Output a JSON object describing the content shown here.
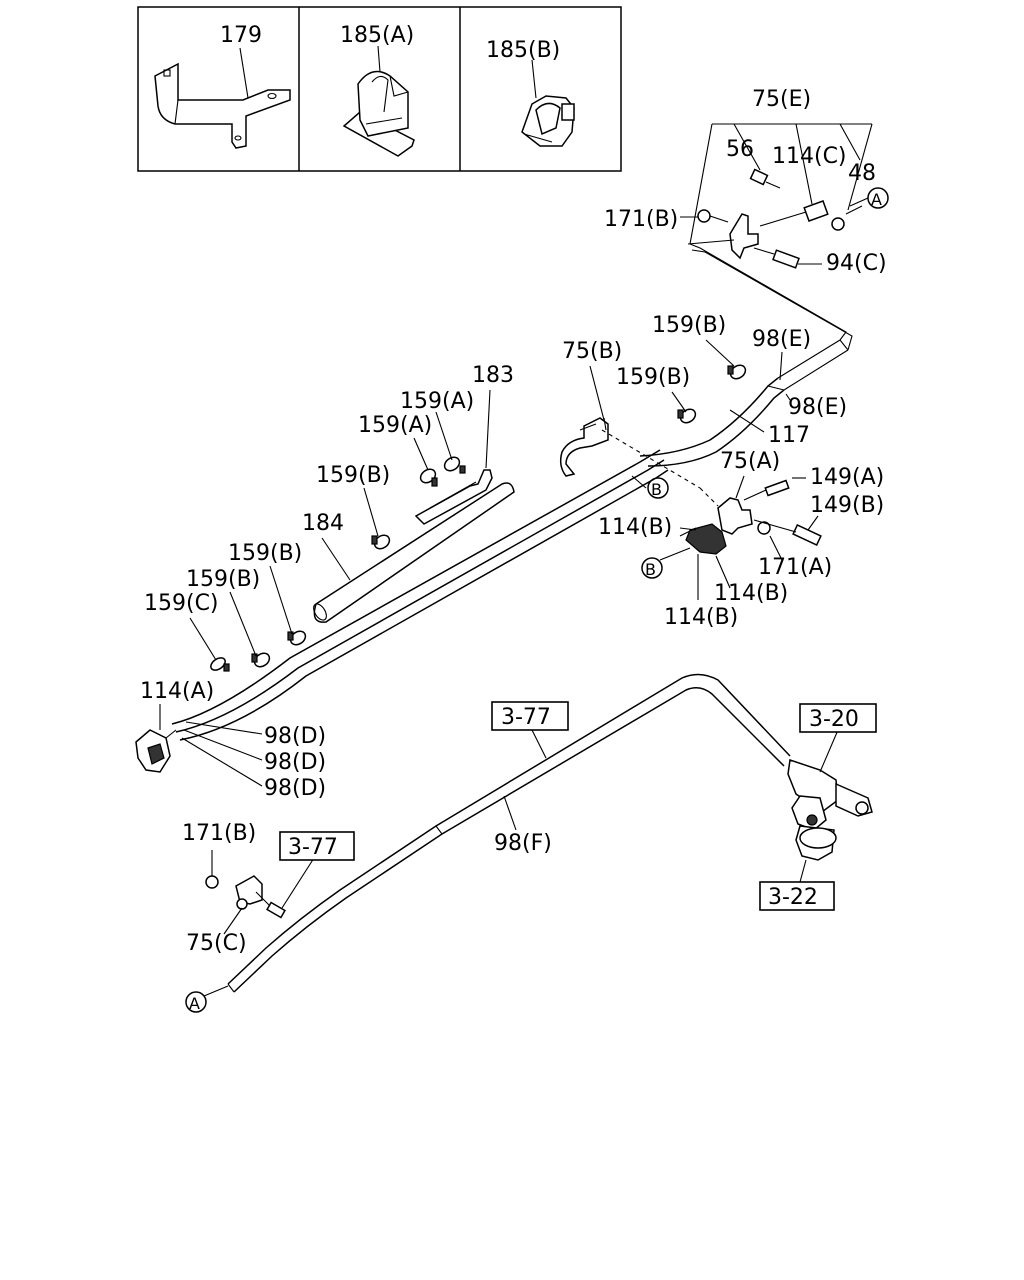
{
  "inset": {
    "p179": "179",
    "p185a": "185(A)",
    "p185b": "185(B)"
  },
  "labels": {
    "l75e": "75(E)",
    "l56": "56",
    "l114c": "114(C)",
    "l48": "48",
    "l171b_top": "171(B)",
    "l94c": "94(C)",
    "l159b_1": "159(B)",
    "l98e_1": "98(E)",
    "l98e_2": "98(E)",
    "l75b": "75(B)",
    "l159b_2": "159(B)",
    "l117": "117",
    "l183": "183",
    "l159a_1": "159(A)",
    "l159a_2": "159(A)",
    "l75a": "75(A)",
    "l149a": "149(A)",
    "l149b": "149(B)",
    "l159b_3": "159(B)",
    "l114b_1": "114(B)",
    "l171a": "171(A)",
    "l184": "184",
    "l114b_2": "114(B)",
    "l114b_3": "114(B)",
    "l159b_4": "159(B)",
    "l159b_5": "159(B)",
    "l159c": "159(C)",
    "l114a": "114(A)",
    "l98d_1": "98(D)",
    "l98d_2": "98(D)",
    "l98d_3": "98(D)",
    "l98f": "98(F)",
    "l171b_bot": "171(B)",
    "l75c": "75(C)"
  },
  "refs": {
    "r377_top": "3-77",
    "r320": "3-20",
    "r377_bot": "3-77",
    "r322": "3-22"
  },
  "markers": {
    "a": "A",
    "b": "B"
  }
}
